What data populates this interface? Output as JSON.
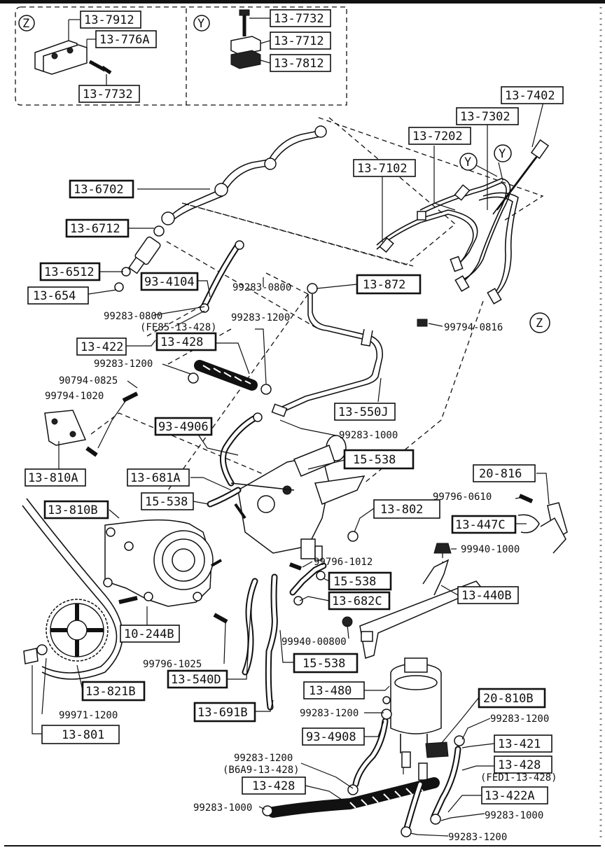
{
  "insets": {
    "z": {
      "marker": "Z",
      "labels": [
        "13-7912",
        "13-776A",
        "13-7732"
      ]
    },
    "y": {
      "marker": "Y",
      "labels": [
        "13-7732",
        "13-7712",
        "13-7812"
      ]
    }
  },
  "markers": {
    "y1": "Y",
    "y2": "Y",
    "z": "Z"
  },
  "labels": {
    "l7402": "13-7402",
    "l7302": "13-7302",
    "l7202": "13-7202",
    "l7102": "13-7102",
    "l6702": "13-6702",
    "l6712": "13-6712",
    "l6512": "13-6512",
    "l654": "13-654",
    "l934104": "93-4104",
    "l872": "13-872",
    "l422": "13-422",
    "l428a": "13-428",
    "l550j": "13-550J",
    "l934906": "93-4906",
    "l15538a": "15-538",
    "l810a": "13-810A",
    "l681a": "13-681A",
    "l15538b": "15-538",
    "l810b": "13-810B",
    "l802": "13-802",
    "l20816": "20-816",
    "l447c": "13-447C",
    "l15538c": "15-538",
    "l682c": "13-682C",
    "l440b": "13-440B",
    "l244b": "10-244B",
    "l15538d": "15-538",
    "l540d": "13-540D",
    "l821b": "13-821B",
    "l480": "13-480",
    "l691b": "13-691B",
    "l20810b": "20-810B",
    "l934908": "93-4908",
    "l801": "13-801",
    "l421": "13-421",
    "l428b": "13-428",
    "l428c": "13-428",
    "l422a": "13-422A"
  },
  "texts": {
    "t99283_0800a": "99283-0800",
    "t99283_0800b": "99283-0800",
    "tfe85": "(FE85-13-428)",
    "t99283_1200a": "99283-1200",
    "t99794_0816": "99794-0816",
    "t99283_1200b": "99283-1200",
    "t90794_0825": "90794-0825",
    "t99794_1020": "99794-1020",
    "t99283_1000a": "99283-1000",
    "t99796_0610": "99796-0610",
    "t99940_1000": "99940-1000",
    "t99796_1012": "99796-1012",
    "t99940_00800": "99940-00800",
    "t99796_1025": "99796-1025",
    "t99971_1200": "99971-1200",
    "t99283_1200c": "99283-1200",
    "t99283_1200d": "99283-1200",
    "t99283_1200e": "99283-1200",
    "tb6a9": "(B6A9-13-428)",
    "tfed1": "(FED1-13-428)",
    "t99283_1000b": "99283-1000",
    "t99283_1000c": "99283-1000",
    "t99283_1200f": "99283-1200"
  }
}
